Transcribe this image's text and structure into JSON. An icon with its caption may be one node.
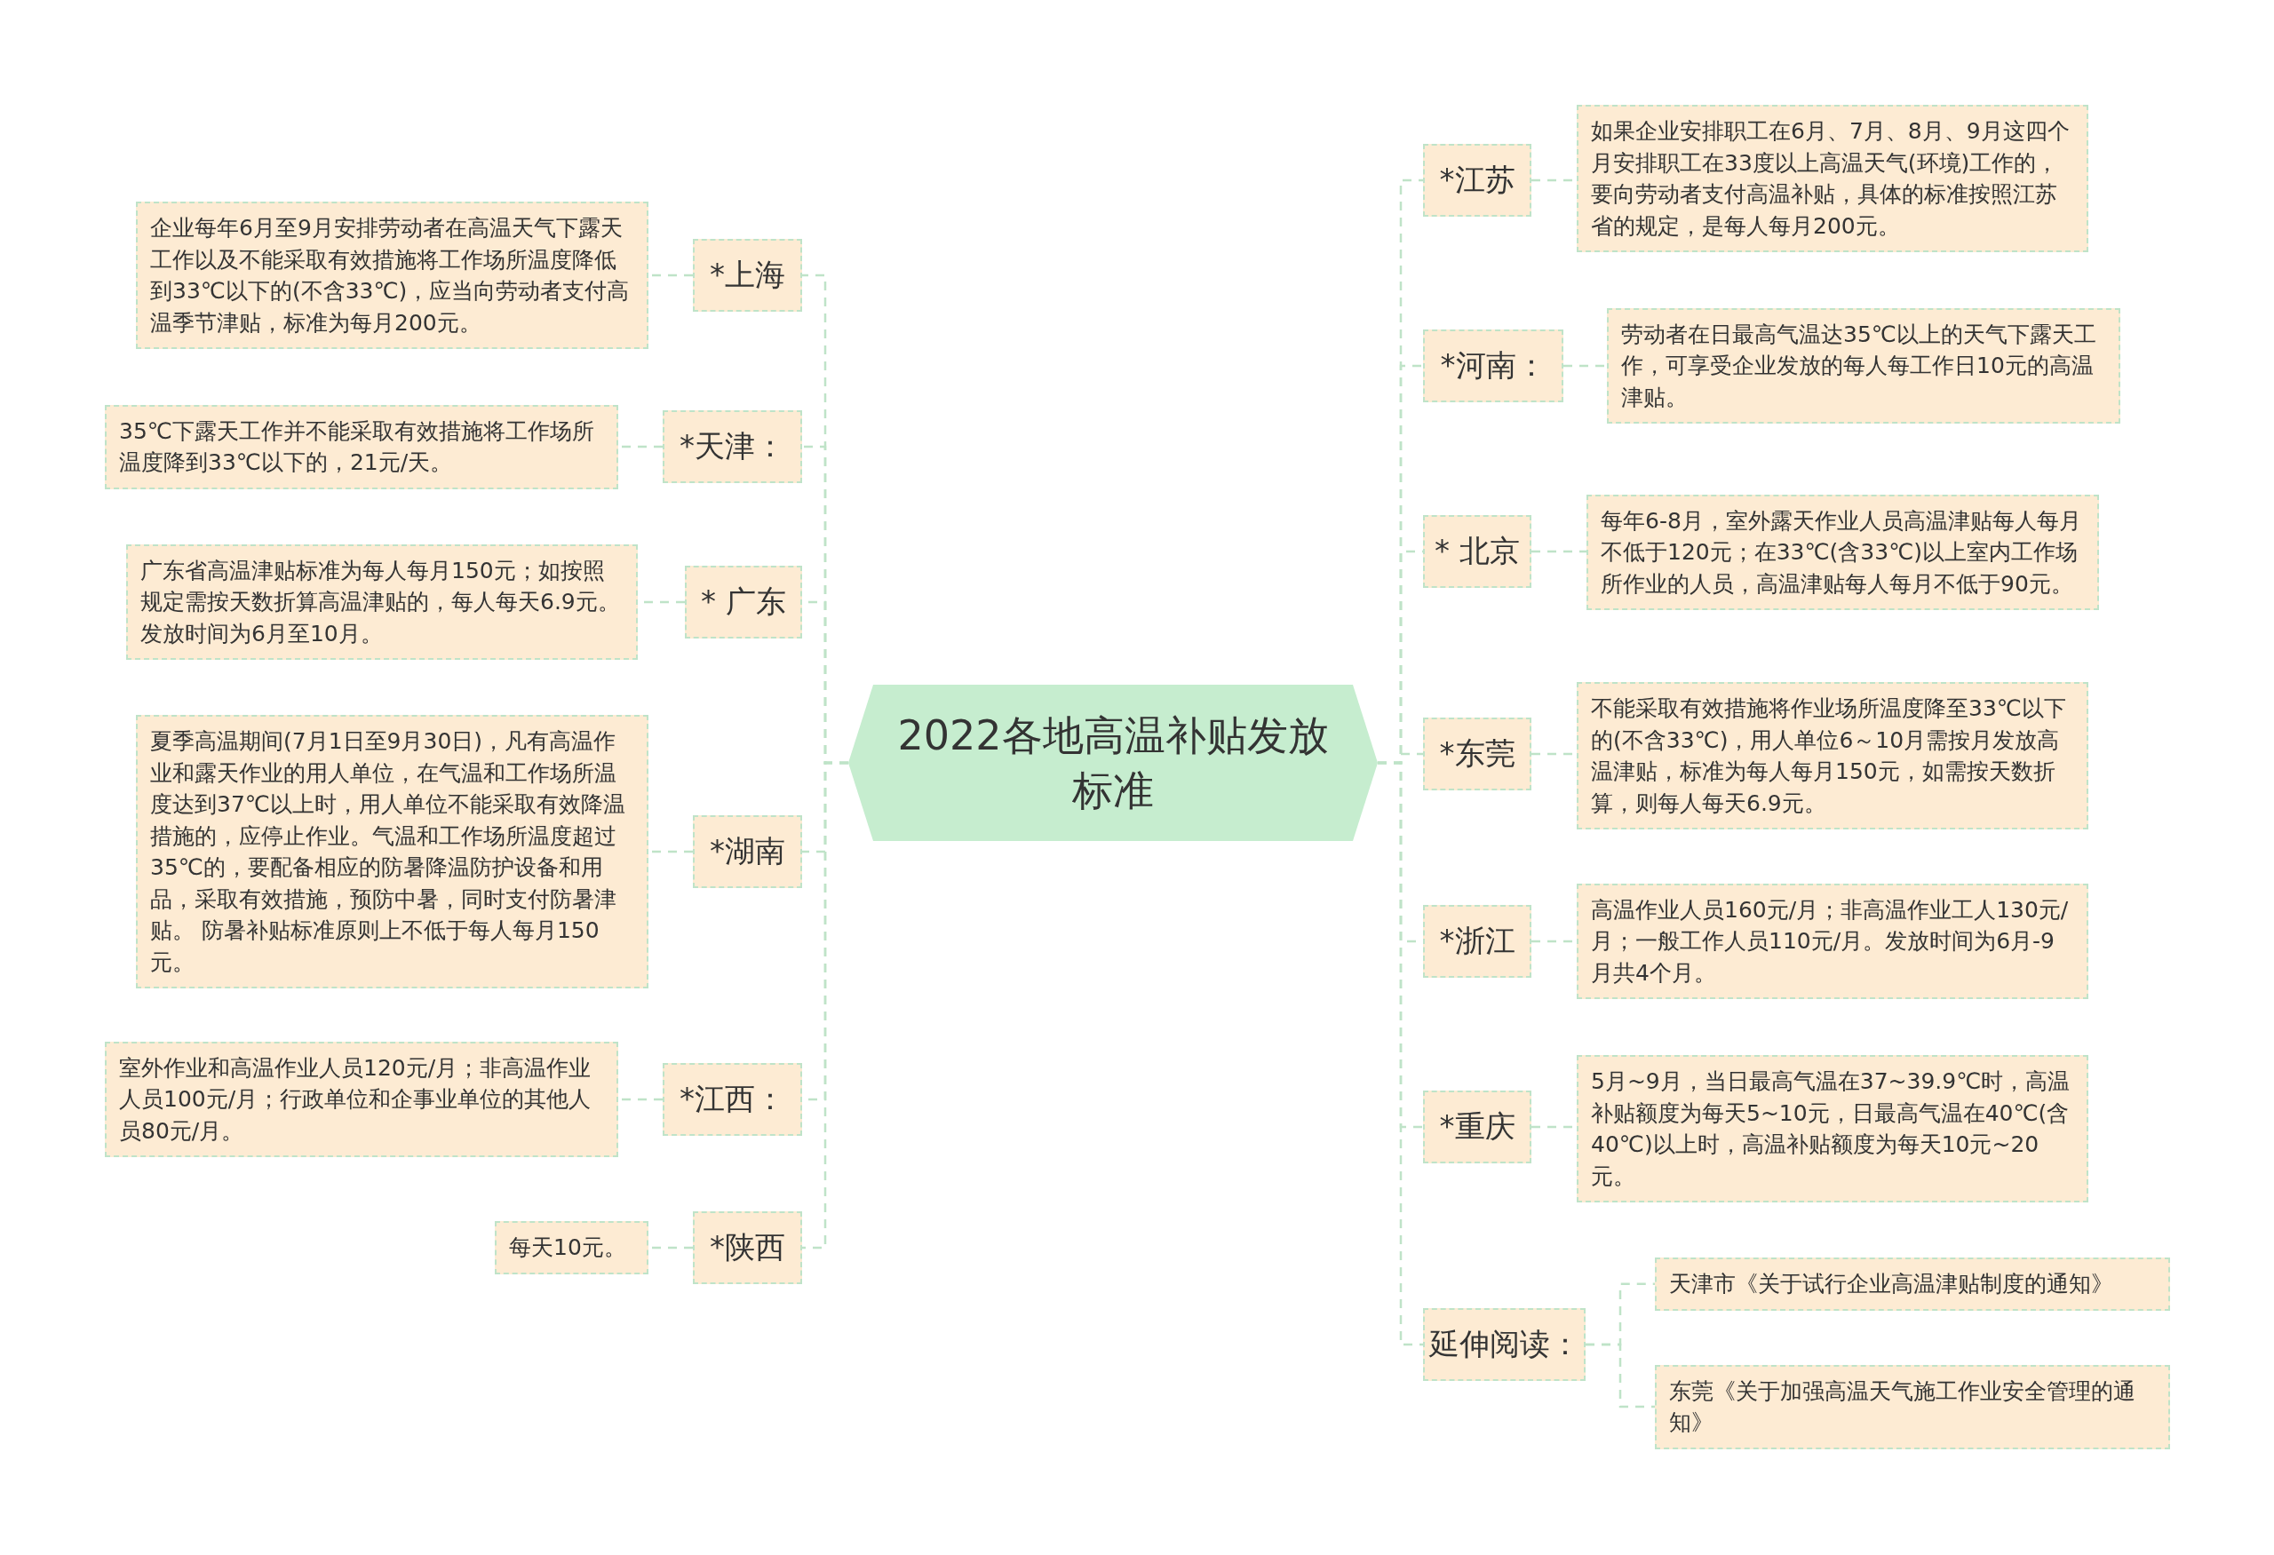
{
  "diagram": {
    "nodes": [
      {
        "text": [
          "2022各地高温补贴发放标准"
        ]
      },
      {
        "text": [
          "*上海"
        ]
      },
      {
        "text": [
          "企业每年6月至9月安排劳动者在高温天气下露天工作以及不能采取有效措施将工作场所温度降低到33℃以下的(不含33℃)，应当向劳动者支付高温季节津贴，标准为每月200元。"
        ]
      },
      {
        "text": [
          "*天津："
        ]
      },
      {
        "text": [
          "35℃下露天工作并不能采取有效措施将工作场所温度降到33℃以下的，21元/天。"
        ]
      },
      {
        "text": [
          "* 广东"
        ]
      },
      {
        "text": [
          "广东省高温津贴标准为每人每月150元；如按照规定需按天数折算高温津贴的，每人每天6.9元。发放时间为6月至10月。"
        ]
      },
      {
        "text": [
          "*湖南"
        ]
      },
      {
        "text": [
          "夏季高温期间(7月1日至9月30日)，凡有高温作业和露天作业的用人单位，在气温和工作场所温度达到37℃以上时，用人单位不能采取有效降温措施的，应停止作业。气温和工作场所温度超过35℃的，要配备相应的防暑降温防护设备和用品，采取有效措施，预防中暑，同时支付防暑津贴。 防暑补贴标准原则上不低于每人每月150元。"
        ]
      },
      {
        "text": [
          "*江西："
        ]
      },
      {
        "text": [
          "室外作业和高温作业人员120元/月；非高温作业人员100元/月；行政单位和企事业单位的其他人员80元/月。"
        ]
      },
      {
        "text": [
          "*陕西"
        ]
      },
      {
        "text": [
          "每天10元。"
        ]
      },
      {
        "text": [
          "*江苏"
        ]
      },
      {
        "text": [
          "如果企业安排职工在6月、7月、8月、9月这四个月安排职工在33度以上高温天气(环境)工作的，要向劳动者支付高温补贴，具体的标准按照江苏省的规定，是每人每月200元。"
        ]
      },
      {
        "text": [
          "*河南："
        ]
      },
      {
        "text": [
          "劳动者在日最高气温达35℃以上的天气下露天工作，可享受企业发放的每人每工作日10元的高温津贴。"
        ]
      },
      {
        "text": [
          "* 北京"
        ]
      },
      {
        "text": [
          "每年6-8月，室外露天作业人员高温津贴每人每月不低于120元；在33℃(含33℃)以上室内工作场所作业的人员，高温津贴每人每月不低于90元。"
        ]
      },
      {
        "text": [
          "*东莞"
        ]
      },
      {
        "text": [
          "不能采取有效措施将作业场所温度降至33℃以下的(不含33℃)，用人单位6～10月需按月发放高温津贴，标准为每人每月150元，如需按天数折算，则每人每天6.9元。"
        ]
      },
      {
        "text": [
          "*浙江"
        ]
      },
      {
        "text": [
          "高温作业人员160元/月；非高温作业工人130元/月；一般工作人员110元/月。发放时间为6月-9月共4个月。"
        ]
      },
      {
        "text": [
          "*重庆"
        ]
      },
      {
        "text": [
          "5月~9月，当日最高气温在37~39.9℃时，高温补贴额度为每天5~10元，日最高气温在40℃(含40℃)以上时，高温补贴额度为每天10元~20元。"
        ]
      },
      {
        "text": [
          "延伸阅读："
        ]
      },
      {
        "text": [
          "天津市《关于试行企业高温津贴制度的通知》"
        ]
      },
      {
        "text": [
          "东莞《关于加强高温天气施工作业安全管理的通知》"
        ]
      }
    ],
    "edges": [
      {
        "from": 0,
        "to": 1,
        "arrow": "none"
      },
      {
        "from": 1,
        "to": 2,
        "arrow": "none"
      },
      {
        "from": 0,
        "to": 3,
        "arrow": "none"
      },
      {
        "from": 3,
        "to": 4,
        "arrow": "none"
      },
      {
        "from": 0,
        "to": 5,
        "arrow": "none"
      },
      {
        "from": 5,
        "to": 6,
        "arrow": "none"
      },
      {
        "from": 0,
        "to": 7,
        "arrow": "none"
      },
      {
        "from": 7,
        "to": 8,
        "arrow": "none"
      },
      {
        "from": 0,
        "to": 9,
        "arrow": "none"
      },
      {
        "from": 9,
        "to": 10,
        "arrow": "none"
      },
      {
        "from": 0,
        "to": 11,
        "arrow": "none"
      },
      {
        "from": 11,
        "to": 12,
        "arrow": "none"
      },
      {
        "from": 0,
        "to": 13,
        "arrow": "none"
      },
      {
        "from": 13,
        "to": 14,
        "arrow": "none"
      },
      {
        "from": 0,
        "to": 15,
        "arrow": "none"
      },
      {
        "from": 15,
        "to": 16,
        "arrow": "none"
      },
      {
        "from": 0,
        "to": 17,
        "arrow": "none"
      },
      {
        "from": 17,
        "to": 18,
        "arrow": "none"
      },
      {
        "from": 0,
        "to": 19,
        "arrow": "none"
      },
      {
        "from": 19,
        "to": 20,
        "arrow": "none"
      },
      {
        "from": 0,
        "to": 21,
        "arrow": "none"
      },
      {
        "from": 21,
        "to": 22,
        "arrow": "none"
      },
      {
        "from": 0,
        "to": 23,
        "arrow": "none"
      },
      {
        "from": 23,
        "to": 24,
        "arrow": "none"
      },
      {
        "from": 0,
        "to": 25,
        "arrow": "none"
      },
      {
        "from": 25,
        "to": 26,
        "arrow": "none"
      },
      {
        "from": 25,
        "to": 27,
        "arrow": "none"
      }
    ]
  }
}
